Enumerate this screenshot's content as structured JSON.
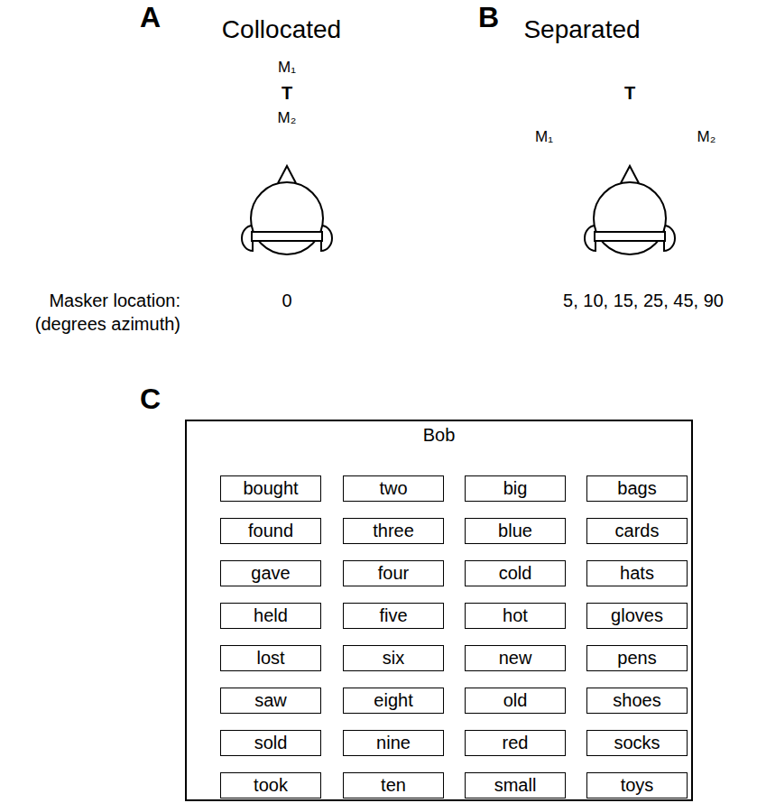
{
  "diagram": {
    "nodes": [
      {
        "text": [
          "Bob"
        ]
      },
      {
        "text": [
          "bought"
        ],
        "in": 0
      },
      {
        "text": [
          "two"
        ],
        "in": 0
      },
      {
        "text": [
          "big"
        ],
        "in": 0
      },
      {
        "text": [
          "bags"
        ],
        "in": 0
      },
      {
        "text": [
          "found"
        ],
        "in": 0
      },
      {
        "text": [
          "three"
        ],
        "in": 0
      },
      {
        "text": [
          "blue"
        ],
        "in": 0
      },
      {
        "text": [
          "cards"
        ],
        "in": 0
      },
      {
        "text": [
          "gave"
        ],
        "in": 0
      },
      {
        "text": [
          "four"
        ],
        "in": 0
      },
      {
        "text": [
          "cold"
        ],
        "in": 0
      },
      {
        "text": [
          "hats"
        ],
        "in": 0
      },
      {
        "text": [
          "held"
        ],
        "in": 0
      },
      {
        "text": [
          "five"
        ],
        "in": 0
      },
      {
        "text": [
          "hot"
        ],
        "in": 0
      },
      {
        "text": [
          "gloves"
        ],
        "in": 0
      },
      {
        "text": [
          "lost"
        ],
        "in": 0
      },
      {
        "text": [
          "six"
        ],
        "in": 0
      },
      {
        "text": [
          "new"
        ],
        "in": 0
      },
      {
        "text": [
          "pens"
        ],
        "in": 0
      },
      {
        "text": [
          "saw"
        ],
        "in": 0
      },
      {
        "text": [
          "eight"
        ],
        "in": 0
      },
      {
        "text": [
          "old"
        ],
        "in": 0
      },
      {
        "text": [
          "shoes"
        ],
        "in": 0
      },
      {
        "text": [
          "sold"
        ],
        "in": 0
      },
      {
        "text": [
          "nine"
        ],
        "in": 0
      },
      {
        "text": [
          "red"
        ],
        "in": 0
      },
      {
        "text": [
          "socks"
        ],
        "in": 0
      },
      {
        "text": [
          "took"
        ],
        "in": 0
      },
      {
        "text": [
          "ten"
        ],
        "in": 0
      },
      {
        "text": [
          "small"
        ],
        "in": 0
      },
      {
        "text": [
          "toys"
        ],
        "in": 0
      }
    ],
    "labels": [
      "A",
      "Collocated",
      "M₁",
      "T",
      "M₂",
      "B",
      "Separated",
      "T",
      "M₁",
      "M₂",
      "Masker location:",
      "(degrees azimuth)",
      "0",
      "5, 10, 15, 25, 45, 90",
      "C"
    ]
  }
}
